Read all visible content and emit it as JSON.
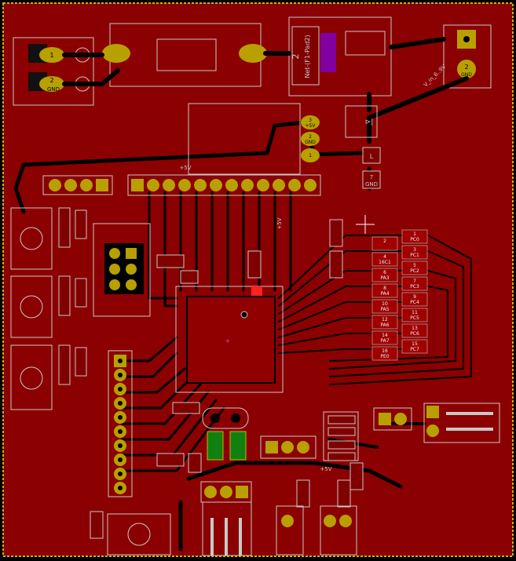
{
  "theme": {
    "background": "#000000",
    "copper": "#8B0000",
    "copper_edge": "#B00000",
    "silkscreen": "#C8C8C8",
    "pad": "#B8A000",
    "board_edge": "#C8B400",
    "cursor": "#FFFFFF",
    "highlight_pad": "#FF2020",
    "led_purple": "#8000A0",
    "green_part": "#108010"
  },
  "labels": {
    "power_in": "GND",
    "pwr_pad_1": "1",
    "pwr_pad_2": "2",
    "con_5v": "+5V",
    "con_gnd": "GND",
    "con_3": "3",
    "con_2": "2",
    "con_1": "1",
    "header_5v": "+5V",
    "vert_5v": "+5V",
    "bottom_5v": "+5V",
    "vin_label": "V_in_6..9V",
    "diode_ref": "2",
    "diode_desc": "Net-(F1-Pad2)",
    "reg_7": "7",
    "reg_gnd": "GND",
    "reg_l": "L",
    "br_pad_2": "2",
    "br_gnd": "GND"
  },
  "port_pads": [
    {
      "num": "1",
      "name": "PC0"
    },
    {
      "num": "3",
      "name": "PC1"
    },
    {
      "num": "5",
      "name": "PC2"
    },
    {
      "num": "7",
      "name": "PC3"
    },
    {
      "num": "9",
      "name": "PC4"
    },
    {
      "num": "11",
      "name": "PC5"
    },
    {
      "num": "13",
      "name": "PC6"
    },
    {
      "num": "15",
      "name": "PC7"
    }
  ],
  "port_pads_left": [
    {
      "num": "2",
      "name": ""
    },
    {
      "num": "4",
      "name": "16C1"
    },
    {
      "num": "6",
      "name": "PA3"
    },
    {
      "num": "8",
      "name": "PA4"
    },
    {
      "num": "10",
      "name": "PA5"
    },
    {
      "num": "12",
      "name": "PA6"
    },
    {
      "num": "14",
      "name": "PA7"
    },
    {
      "num": "16",
      "name": "PE0"
    }
  ]
}
